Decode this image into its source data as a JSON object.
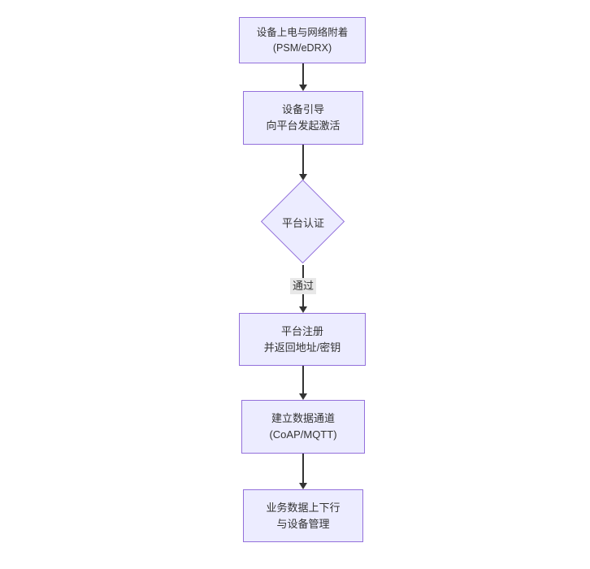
{
  "diagram": {
    "title": "NB-IoT device activation flowchart",
    "colors": {
      "node_fill": "#ECECFF",
      "node_border": "#9370DB",
      "arrow": "#333333",
      "edge_label_bg": "#e8e8e8",
      "text": "#333333",
      "background": "#ffffff"
    },
    "nodes": [
      {
        "id": "power-on-network-attach",
        "type": "rect",
        "lines": [
          "设备上电与网络附着",
          "(PSM/eDRX)"
        ]
      },
      {
        "id": "device-bootstrap",
        "type": "rect",
        "lines": [
          "设备引导",
          "向平台发起激活"
        ]
      },
      {
        "id": "platform-auth",
        "type": "diamond",
        "lines": [
          "平台认证"
        ]
      },
      {
        "id": "platform-register",
        "type": "rect",
        "lines": [
          "平台注册",
          "并返回地址/密钥"
        ]
      },
      {
        "id": "data-channel",
        "type": "rect",
        "lines": [
          "建立数据通道",
          "(CoAP/MQTT)"
        ]
      },
      {
        "id": "business-data",
        "type": "rect",
        "lines": [
          "业务数据上下行",
          "与设备管理"
        ]
      }
    ],
    "edges": [
      {
        "from": "power-on-network-attach",
        "to": "device-bootstrap",
        "label": ""
      },
      {
        "from": "device-bootstrap",
        "to": "platform-auth",
        "label": ""
      },
      {
        "from": "platform-auth",
        "to": "platform-register",
        "label": "通过"
      },
      {
        "from": "platform-register",
        "to": "data-channel",
        "label": ""
      },
      {
        "from": "data-channel",
        "to": "business-data",
        "label": ""
      }
    ]
  }
}
